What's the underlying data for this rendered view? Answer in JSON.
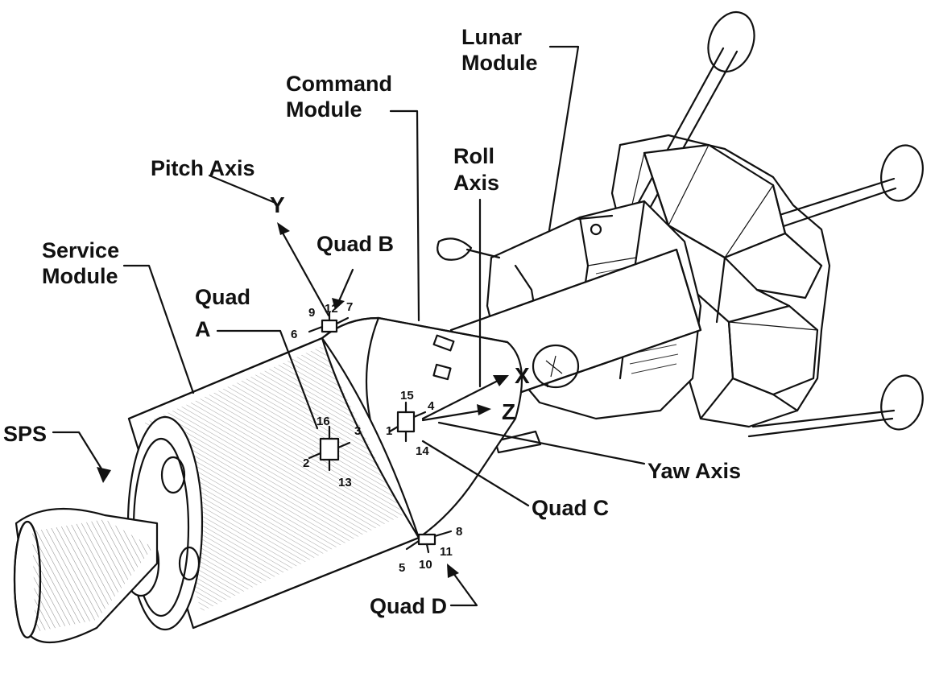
{
  "labels": {
    "lunar_module": [
      "Lunar",
      "Module"
    ],
    "command_module": [
      "Command",
      "Module"
    ],
    "pitch_axis": "Pitch Axis",
    "roll_axis": [
      "Roll",
      "Axis"
    ],
    "quad_b": "Quad B",
    "service_module": [
      "Service",
      "Module"
    ],
    "quad_a": [
      "Quad",
      "A"
    ],
    "sps": "SPS",
    "yaw_axis": "Yaw Axis",
    "quad_c": "Quad C",
    "quad_d": "Quad D"
  },
  "axes": {
    "y": "Y",
    "x": "X",
    "z": "Z"
  },
  "thrusters": {
    "quad_a": [
      "16",
      "3",
      "2",
      "13"
    ],
    "quad_b": [
      "9",
      "12",
      "7",
      "6"
    ],
    "quad_c": [
      "15",
      "4",
      "1",
      "14"
    ],
    "quad_d": [
      "8",
      "11",
      "10",
      "5"
    ]
  }
}
